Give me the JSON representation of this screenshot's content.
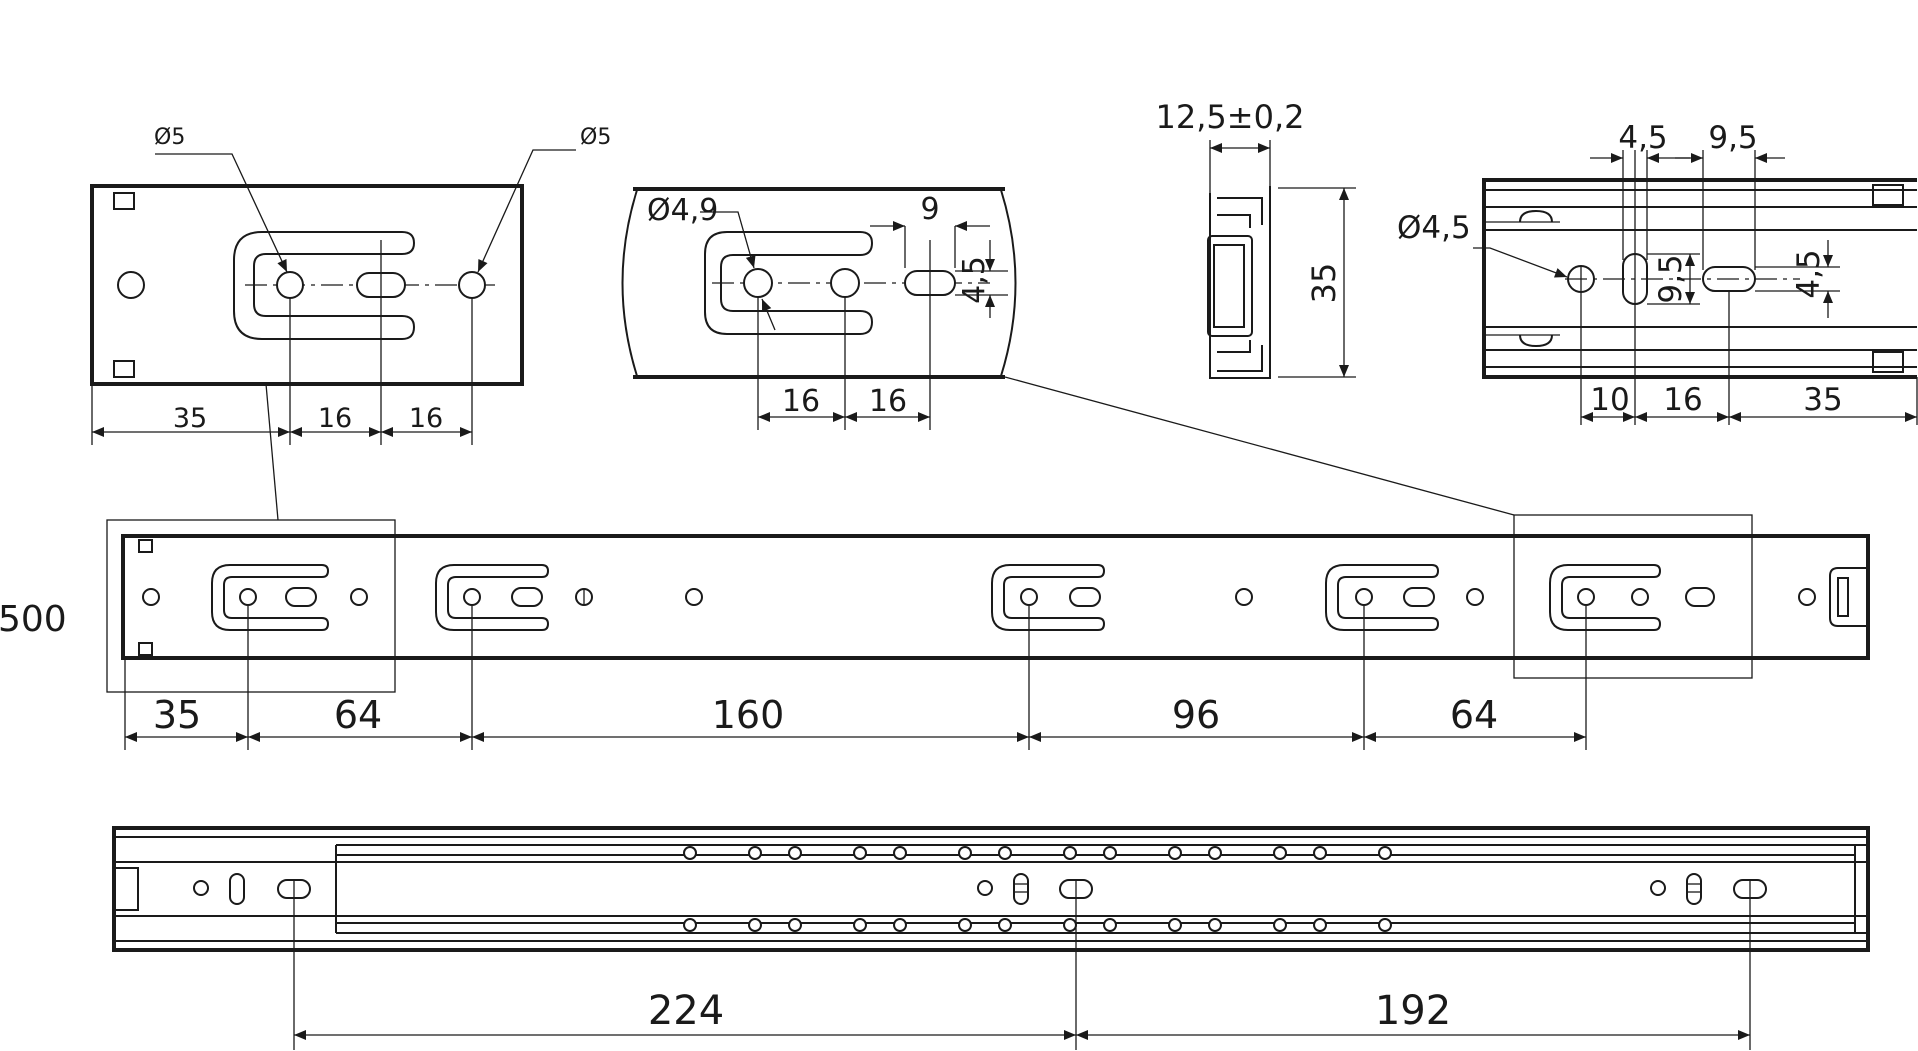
{
  "colors": {
    "ink": "#1a1a1a",
    "paper": "#ffffff",
    "frame": "#555555"
  },
  "detail_left": {
    "callout_left": "Ø5",
    "callout_right": "Ø5",
    "dim_a": "35",
    "dim_b": "16",
    "dim_c": "16"
  },
  "detail_middle": {
    "callout_hole": "Ø4,9",
    "dim_slot_pitch": "9",
    "dim_slot_height": "4,5",
    "dim_a": "16",
    "dim_b": "16"
  },
  "profile": {
    "dim_width": "12,5±0,2",
    "dim_height": "35"
  },
  "detail_right": {
    "callout_hole": "Ø4,5",
    "dim_top_a": "4,5",
    "dim_top_b": "9,5",
    "dim_slot_a": "9,5",
    "dim_slot_b": "4,5",
    "dim_a": "10",
    "dim_b": "16",
    "dim_c": "35"
  },
  "main_rail": {
    "length_label": "500",
    "dims": [
      "35",
      "64",
      "160",
      "96",
      "64"
    ]
  },
  "bottom_rail": {
    "dims": [
      "224",
      "192"
    ]
  }
}
